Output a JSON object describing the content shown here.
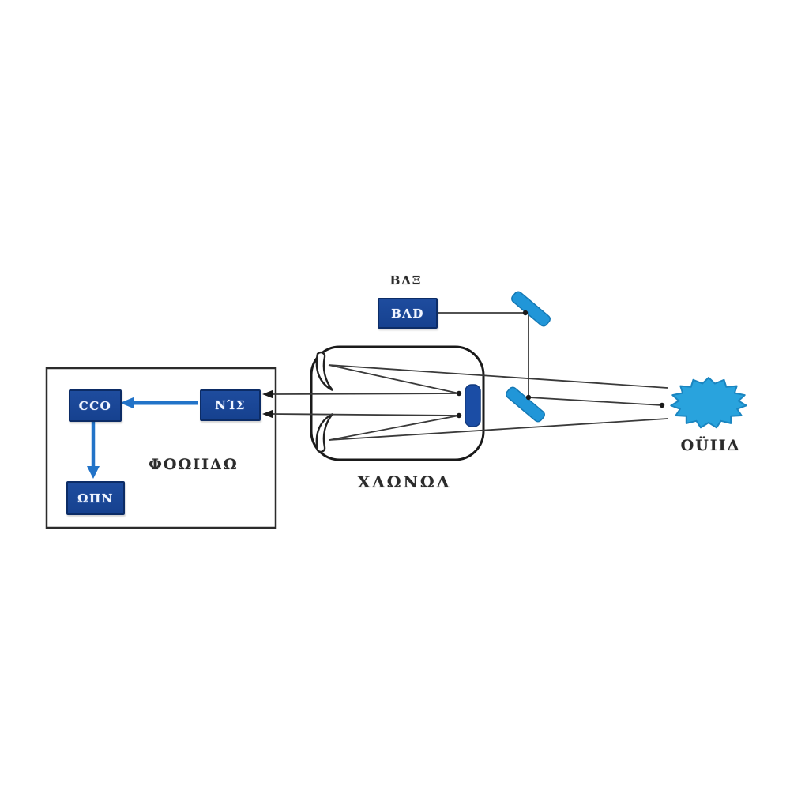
{
  "diagram": {
    "laser": {
      "top_label": "ΒΔΞ",
      "box_label": "ΒΛD"
    },
    "electronics": {
      "ccd_label": "CCO",
      "interface_label": "ΝΊΣ",
      "recorder_label": "ΩΠΝ",
      "enclosure_label": "ΦΟΩΙΙΔΩ"
    },
    "telescope": {
      "label": "ΧΛΩΝΩΛ"
    },
    "star": {
      "label": "ΟÜΙΙΔ"
    }
  },
  "colors": {
    "box_fill": "#16418f",
    "box_fill_light": "#1e4c9e",
    "box_border": "#0c2c66",
    "mirror_blue": "#2196d8",
    "mirror_border": "#1478b4",
    "star_blue": "#29a3dd",
    "star_border": "#1a85c0",
    "arrow_blue": "#2273c8",
    "line_dark": "#3a3a3a",
    "detector_fill": "#1b4da5",
    "detector_border": "#123a7e",
    "label_color": "#2b2b2b"
  }
}
